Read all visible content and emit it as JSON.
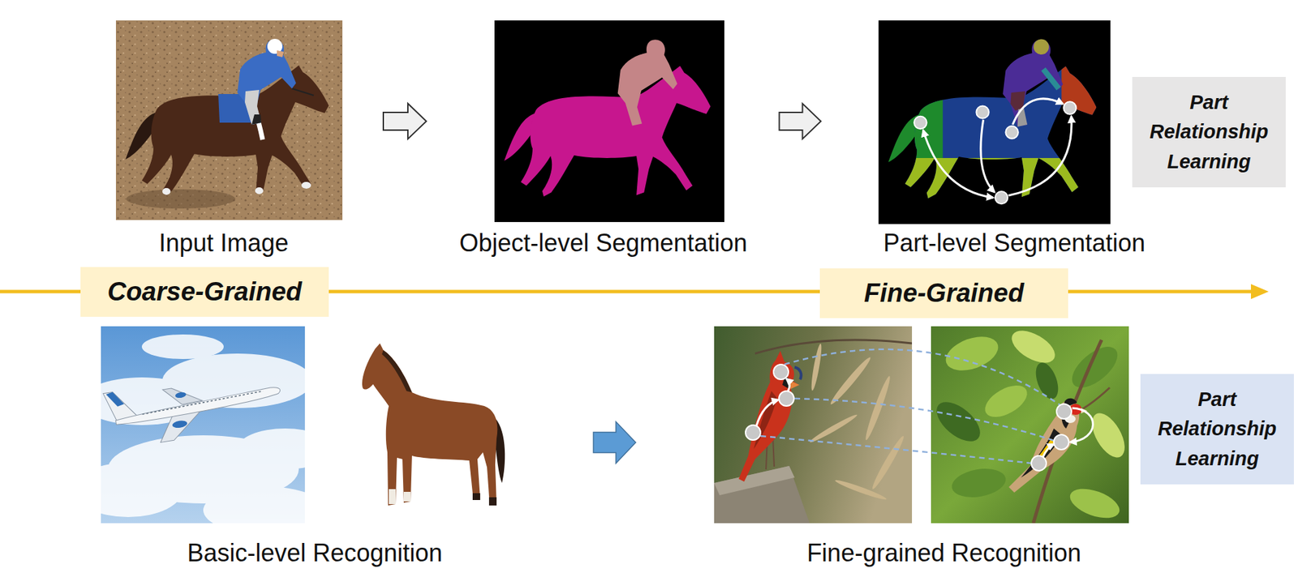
{
  "diagram": {
    "nodes": [
      {
        "text": [
          "Input Image"
        ]
      },
      {
        "text": [
          "Object-level Segmentation"
        ]
      },
      {
        "text": [
          "Part-level Segmentation"
        ]
      },
      {
        "text": [
          "Part Relationship Learning"
        ]
      },
      {
        "text": [
          "Coarse-Grained"
        ]
      },
      {
        "text": [
          "Fine-Grained"
        ]
      },
      {
        "text": [
          "Basic-level Recognition"
        ]
      },
      {
        "text": [
          "Fine-grained Recognition"
        ]
      },
      {
        "text": [
          "Part Relationship Learning"
        ]
      }
    ],
    "edges": [
      {
        "from": 0,
        "to": 1,
        "arrow": "to"
      },
      {
        "from": 1,
        "to": 2,
        "arrow": "to"
      },
      {
        "from": 6,
        "to": 7,
        "arrow": "to"
      }
    ]
  }
}
